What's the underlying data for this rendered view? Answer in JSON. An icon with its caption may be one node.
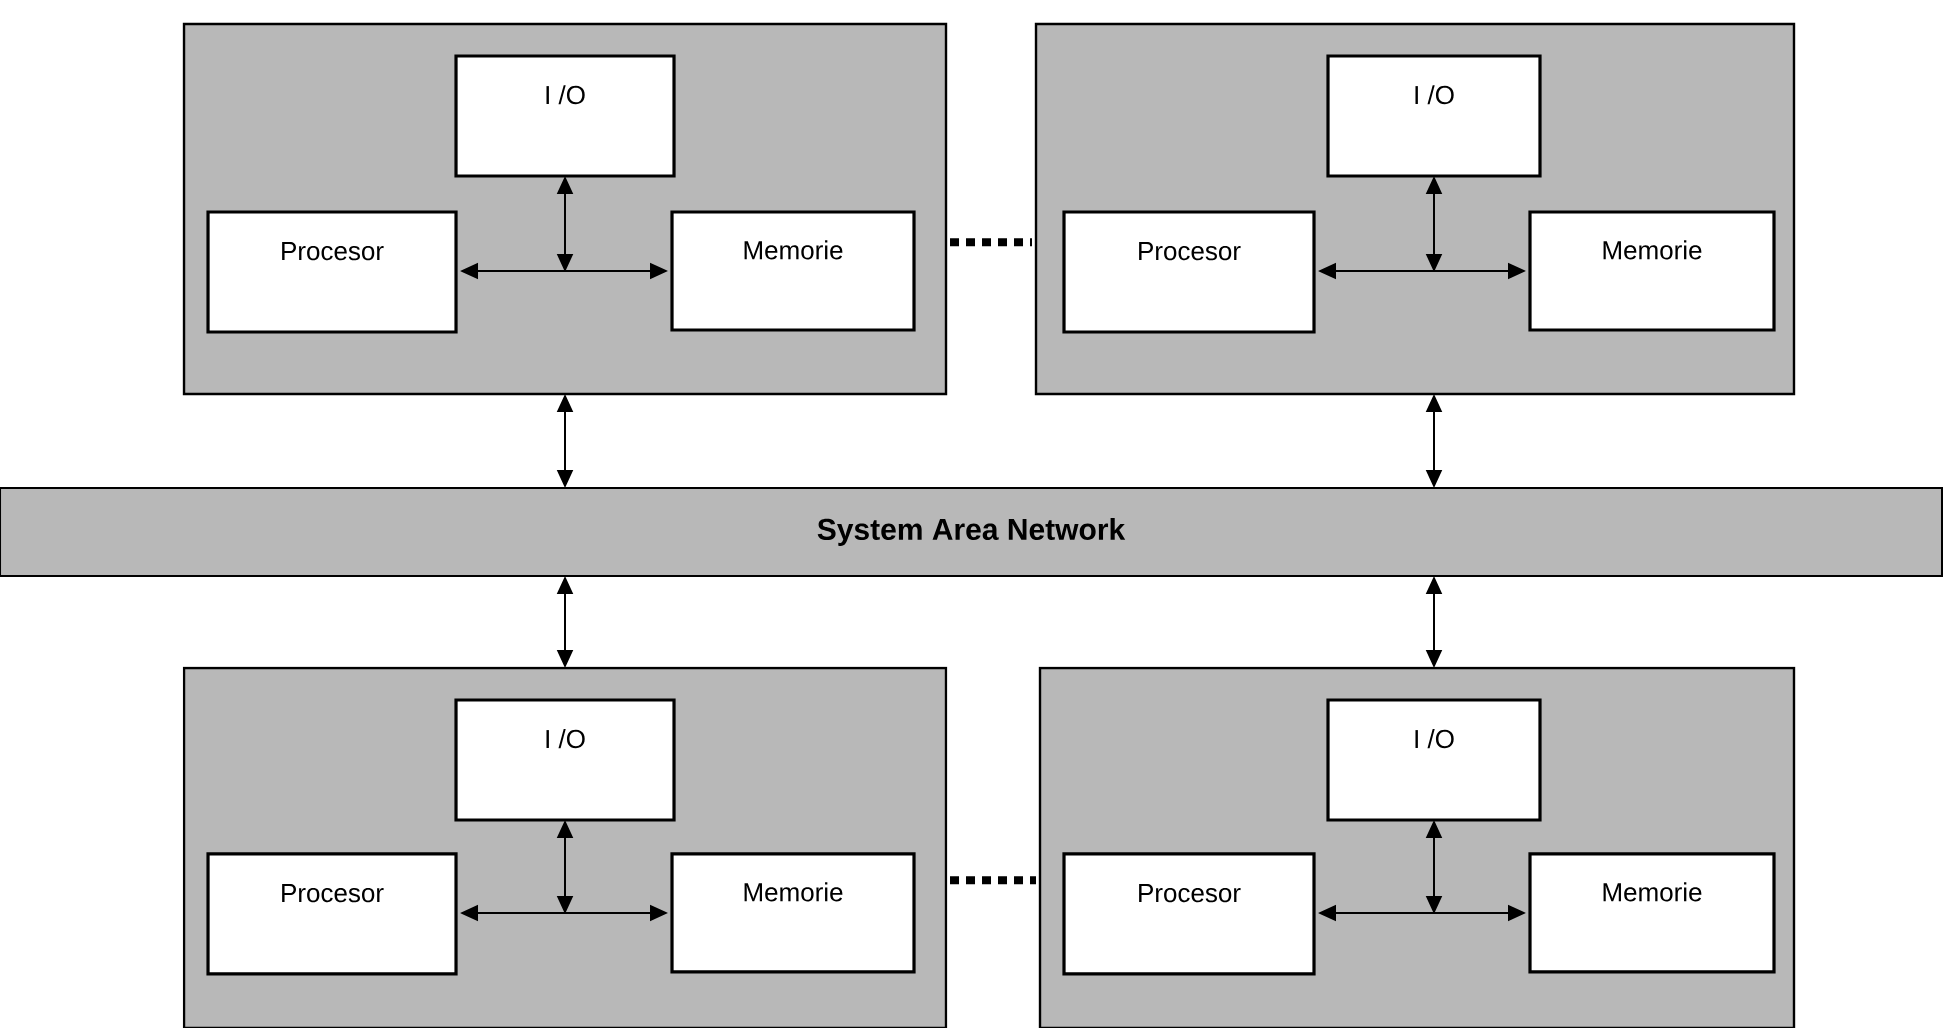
{
  "diagram": {
    "nodes": [
      {
        "text": [],
        "shape": "box"
      },
      {
        "text": [
          "I /O"
        ],
        "in": 0
      },
      {
        "text": [
          "Procesor"
        ],
        "in": 0
      },
      {
        "text": [
          "Memorie"
        ],
        "in": 0
      },
      {
        "text": [],
        "shape": "box"
      },
      {
        "text": [
          "I /O"
        ],
        "in": 4
      },
      {
        "text": [
          "Procesor"
        ],
        "in": 4
      },
      {
        "text": [
          "Memorie"
        ],
        "in": 4
      },
      {
        "text": [
          "System Area Network"
        ]
      },
      {
        "text": [],
        "shape": "box"
      },
      {
        "text": [
          "I /O"
        ],
        "in": 9
      },
      {
        "text": [
          "Procesor"
        ],
        "in": 9
      },
      {
        "text": [
          "Memorie"
        ],
        "in": 9
      },
      {
        "text": [],
        "shape": "box"
      },
      {
        "text": [
          "I /O"
        ],
        "in": 13
      },
      {
        "text": [
          "Procesor"
        ],
        "in": 13
      },
      {
        "text": [
          "Memorie"
        ],
        "in": 13
      }
    ],
    "edges": [
      {
        "from": 2,
        "to": 3,
        "arrow": "both"
      },
      {
        "from": 1,
        "to": null,
        "arrow": "both"
      },
      {
        "from": 6,
        "to": 7,
        "arrow": "both"
      },
      {
        "from": 5,
        "to": null,
        "arrow": "both"
      },
      {
        "from": 11,
        "to": 12,
        "arrow": "both"
      },
      {
        "from": 10,
        "to": null,
        "arrow": "both"
      },
      {
        "from": 15,
        "to": 16,
        "arrow": "both"
      },
      {
        "from": 14,
        "to": null,
        "arrow": "both"
      },
      {
        "from": 0,
        "to": 4,
        "arrow": "none",
        "style": "dashed"
      },
      {
        "from": 9,
        "to": 13,
        "arrow": "none",
        "style": "dashed"
      },
      {
        "from": 0,
        "to": 8,
        "arrow": "both"
      },
      {
        "from": 4,
        "to": 8,
        "arrow": "both"
      },
      {
        "from": 8,
        "to": 9,
        "arrow": "both"
      },
      {
        "from": 8,
        "to": 13,
        "arrow": "both"
      }
    ]
  }
}
